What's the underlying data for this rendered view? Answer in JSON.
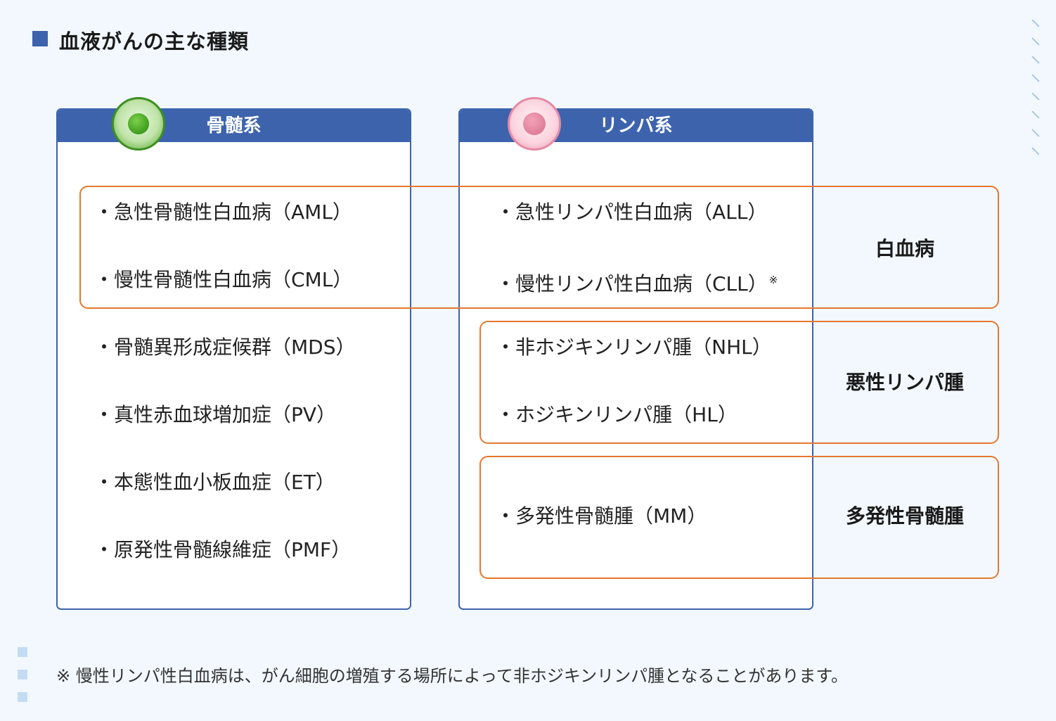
{
  "title": "血液がんの主な種類",
  "columns": {
    "left": {
      "header": "骨髄系",
      "items": [
        "・急性骨髄性白血病（AML）",
        "・慢性骨髄性白血病（CML）",
        "・骨髄異形成症候群（MDS）",
        "・真性赤血球増加症（PV）",
        "・本態性血小板血症（ET）",
        "・原発性骨髄線維症（PMF）"
      ]
    },
    "right": {
      "header": "リンパ系",
      "items": [
        "・急性リンパ性白血病（ALL）",
        "・慢性リンパ性白血病（CLL）",
        "・非ホジキンリンパ腫（NHL）",
        "・ホジキンリンパ腫（HL）",
        "・多発性骨髄腫（MM）"
      ],
      "cll_mark": "※"
    }
  },
  "groups": [
    "白血病",
    "悪性リンパ腫",
    "多発性骨髄腫"
  ],
  "footnote": "※ 慢性リンパ性白血病は、がん細胞の増殖する場所によって非ホジキンリンパ腫となることがあります。",
  "colors": {
    "header_blue": "#3d63ad",
    "group_orange": "#e4782e",
    "background": "#f2f8fd"
  }
}
